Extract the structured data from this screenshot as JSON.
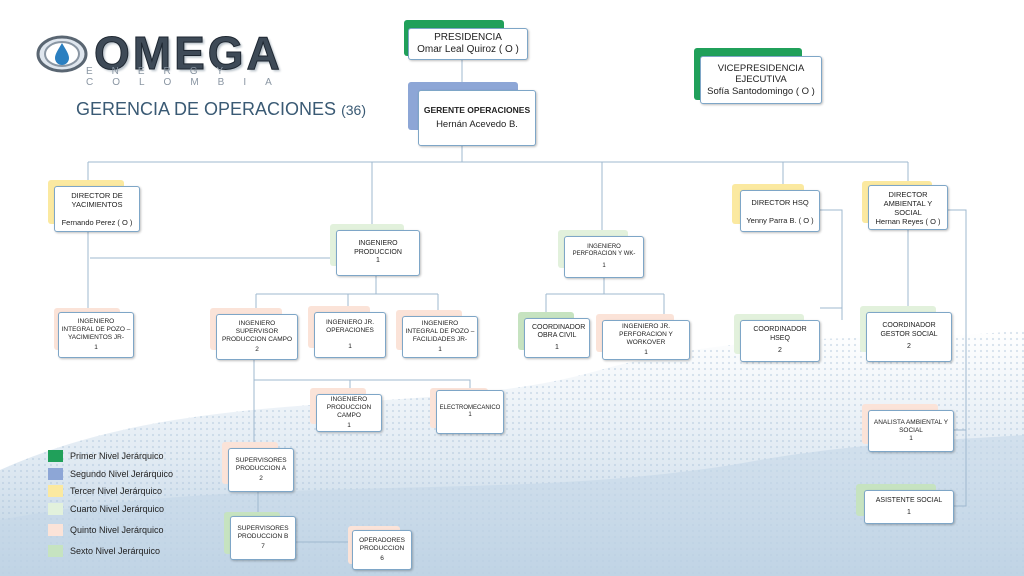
{
  "colors": {
    "level1": "#20a05a",
    "level2": "#8da6d6",
    "level3": "#fbe9a0",
    "level4": "#e2f1dc",
    "level5": "#fbe3d8",
    "level6": "#c6e3c0",
    "line": "#9fb8cf"
  },
  "logo": {
    "icon": "drop-logo-icon",
    "word": "OMEGA",
    "sub": "ENERGY COLOMBIA"
  },
  "page_title": {
    "text": "GERENCIA DE OPERACIONES",
    "count": "(36)"
  },
  "nodes": {
    "presidencia": {
      "title": "PRESIDENCIA",
      "name": "Omar Leal Quiroz ( O )"
    },
    "vicepresidencia": {
      "title": "VICEPRESIDENCIA EJECUTIVA",
      "name": "Sofía Santodomingo ( O )"
    },
    "gerente": {
      "title": "GERENTE OPERACIONES",
      "name": "Hernán Acevedo B."
    },
    "director_yacimientos": {
      "title": "DIRECTOR DE YACIMIENTOS",
      "name": "Fernando Perez ( O )"
    },
    "director_hsq": {
      "title": "DIRECTOR HSQ",
      "name": "Yenny Parra B. ( O )"
    },
    "director_ambiental": {
      "title": "DIRECTOR AMBIENTAL Y SOCIAL",
      "name": "Hernan Reyes ( O )"
    },
    "ing_produccion": {
      "title": "INGENIERO PRODUCCION",
      "count": "1"
    },
    "ing_perforacion": {
      "title": "INGENIERO PERFORACION Y WK-",
      "count": "1"
    },
    "ing_integral_yac": {
      "title": "INGENIERO INTEGRAL DE POZO – YACIMIENTOS JR-",
      "count": "1"
    },
    "ing_supervisor": {
      "title": "INGENIERO SUPERVISOR PRODUCCION CAMPO",
      "count": "2"
    },
    "ing_jr_operaciones": {
      "title": "INGENIERO JR. OPERACIONES",
      "count": "1"
    },
    "ing_integral_fac": {
      "title": "INGENIERO INTEGRAL DE POZO – FACILIDADES JR-",
      "count": "1"
    },
    "coord_obra_civil": {
      "title": "COORDINADOR OBRA CIVIL",
      "count": "1"
    },
    "ing_jr_perforacion": {
      "title": "INGENIERO JR. PERFORACION Y WORKOVER",
      "count": "1"
    },
    "coord_hseq": {
      "title": "COORDINADOR HSEQ",
      "count": "2"
    },
    "coord_gestor_social": {
      "title": "COORDINADOR GESTOR SOCIAL",
      "count": "2"
    },
    "ing_produccion_campo": {
      "title": "INGENIERO PRODUCCION CAMPO",
      "count": "1"
    },
    "electromecanico": {
      "title": "ELECTROMECANICO",
      "count": "1"
    },
    "analista_ambiental": {
      "title": "ANALISTA AMBIENTAL Y SOCIAL",
      "count": "1"
    },
    "supervisores_a": {
      "title": "SUPERVISORES PRODUCCION A",
      "count": "2"
    },
    "supervisores_b": {
      "title": "SUPERVISORES PRODUCCION B",
      "count": "7"
    },
    "operadores": {
      "title": "OPERADORES PRODUCCION",
      "count": "6"
    },
    "asistente_social": {
      "title": "ASISTENTE SOCIAL",
      "count": "1"
    }
  },
  "legend": [
    {
      "label": "Primer Nivel Jerárquico",
      "color": "#20a05a"
    },
    {
      "label": "Segundo Nivel Jerárquico",
      "color": "#8da6d6"
    },
    {
      "label": "Tercer Nivel Jerárquico",
      "color": "#fbe9a0"
    },
    {
      "label": "Cuarto Nivel Jerárquico",
      "color": "#e2f1dc"
    },
    {
      "label": "Quinto Nivel Jerárquico",
      "color": "#fbe3d8"
    },
    {
      "label": "Sexto Nivel Jerárquico",
      "color": "#c6e3c0"
    }
  ]
}
